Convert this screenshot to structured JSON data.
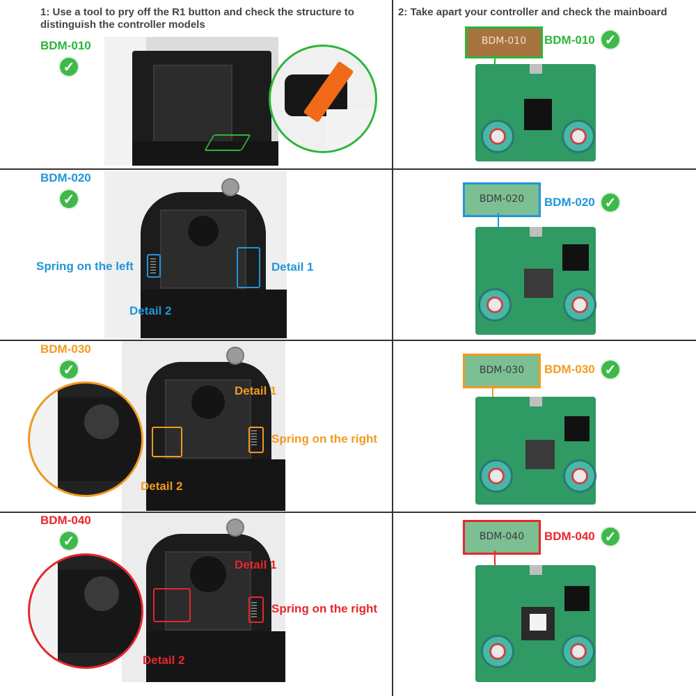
{
  "headers": {
    "step1": "1: Use a tool to pry off the R1 button and check the structure to distinguish the controller models",
    "step2": "2: Take apart your controller and check the mainboard"
  },
  "rows": [
    {
      "model": "BDM-010",
      "color": "#2db53a",
      "board_tag": "BDM-010",
      "board_label": "BDM-010"
    },
    {
      "model": "BDM-020",
      "color": "#2196d8",
      "board_tag": "BDM-020",
      "board_label": "BDM-020",
      "callouts": {
        "spring": "Spring on the left",
        "detail1": "Detail 1",
        "detail2": "Detail 2"
      }
    },
    {
      "model": "BDM-030",
      "color": "#f39a1f",
      "board_tag": "BDM-030",
      "board_label": "BDM-030",
      "callouts": {
        "spring": "Spring on the right",
        "detail1": "Detail 1",
        "detail2": "Detail 2"
      }
    },
    {
      "model": "BDM-040",
      "color": "#e8262c",
      "board_tag": "BDM-040",
      "board_label": "BDM-040",
      "callouts": {
        "spring": "Spring on the right",
        "detail1": "Detail 1",
        "detail2": "Detail 2"
      }
    }
  ],
  "icons": {
    "check": "checkmark-circle-icon"
  },
  "check_glyph": "✓"
}
